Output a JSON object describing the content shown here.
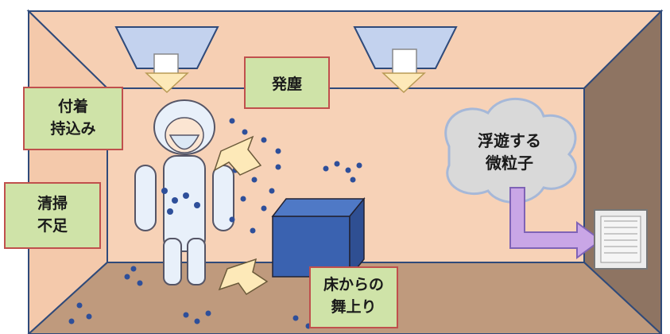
{
  "labels": {
    "adhesion_line1": "付着",
    "adhesion_line2": "持込み",
    "dust_generation": "発塵",
    "cleaning_line1": "清掃",
    "cleaning_line2": "不足",
    "floor_line1": "床からの",
    "floor_line2": "舞上り",
    "floating_line1": "浮遊する",
    "floating_line2": "微粒子"
  },
  "icons": {
    "ceiling_vent_left": "ceiling-diffuser-icon",
    "ceiling_vent_right": "ceiling-diffuser-icon",
    "worker": "cleanroom-worker-icon",
    "box": "equipment-box-icon",
    "exhaust": "exhaust-grille-icon"
  },
  "colors": {
    "room_back": "#f7d2b7",
    "room_side": "#f3c7a8",
    "floor": "#bf9a7d",
    "right_wall": "#8e7462",
    "callout_fill": "#cfe3a8",
    "callout_border": "#c0504d",
    "particle": "#2e4f9a",
    "cloud_fill": "#d9d9d9",
    "exhaust_arrow": "#c9a6e6",
    "box_fill": "#3a62b0"
  }
}
